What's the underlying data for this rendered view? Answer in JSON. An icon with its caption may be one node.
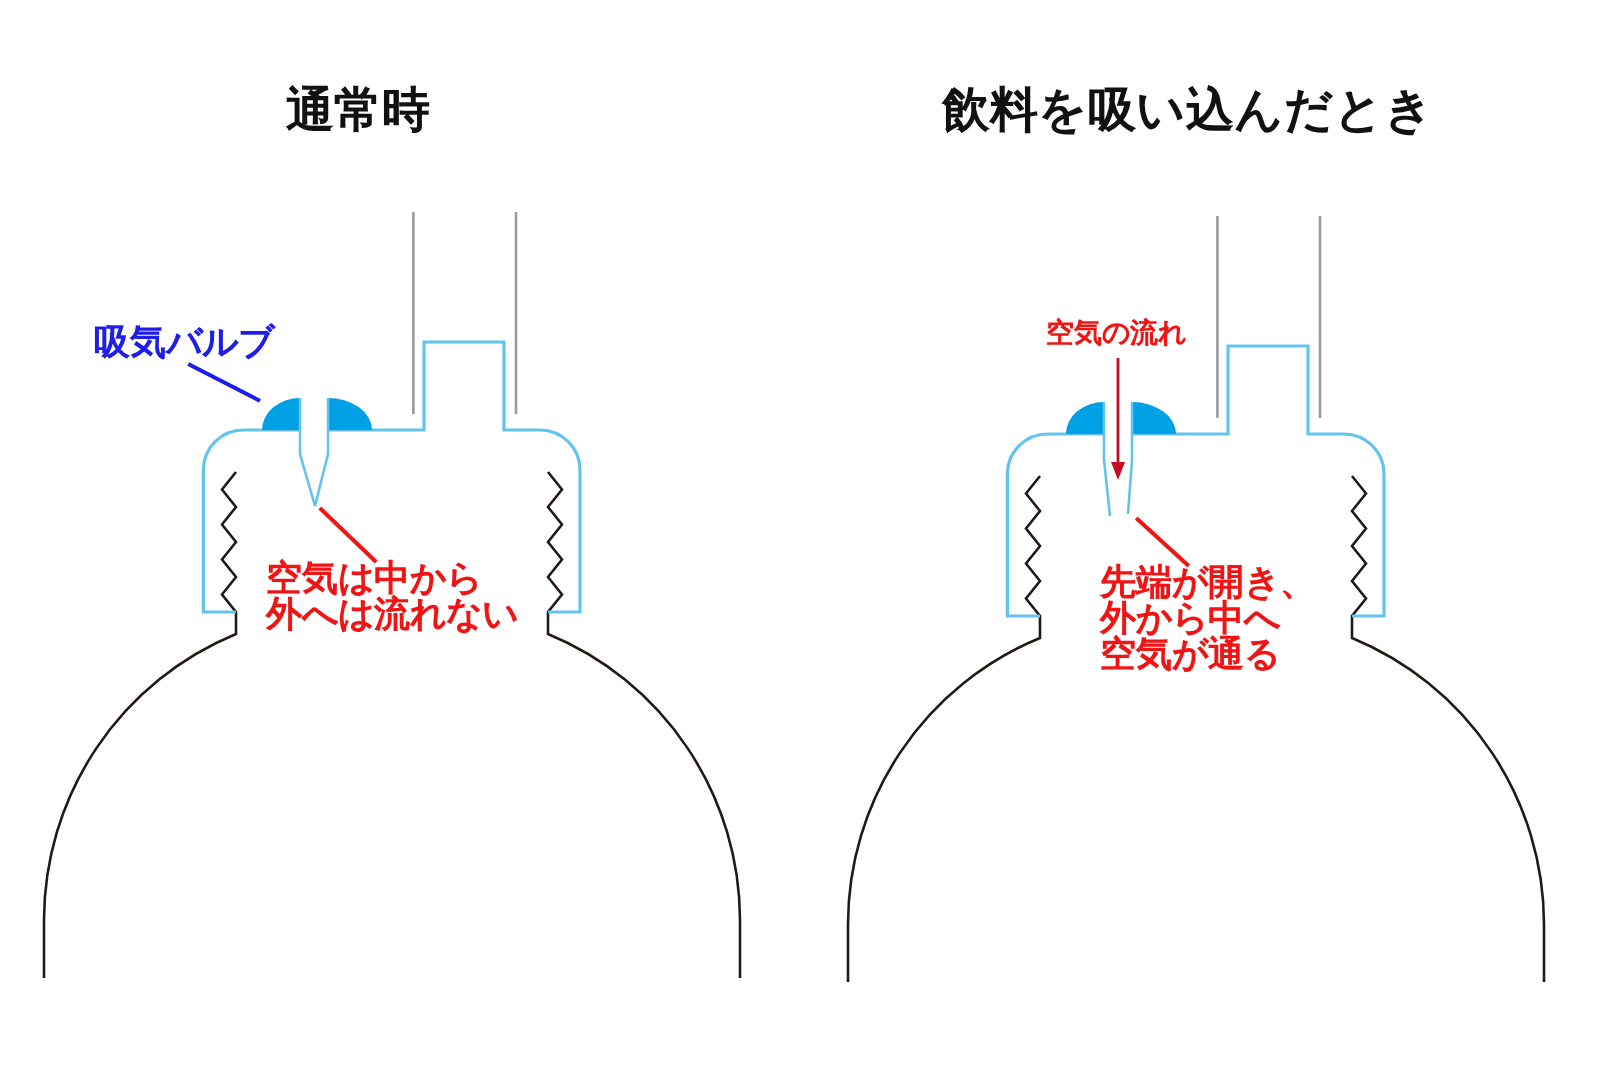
{
  "diagram": {
    "nodes": [
      {
        "text": [
          "吸気バルブ"
        ]
      },
      {
        "text": [],
        "shape": "picture"
      },
      {
        "text": [
          "空気は中から外へは流れない"
        ]
      },
      {
        "text": [],
        "shape": "picture"
      },
      {
        "text": [
          "先端が開き、外から中へ空気が通る"
        ]
      }
    ],
    "edges": [
      {
        "from": 0,
        "to": 1,
        "arrow": "none",
        "color": "#1e1ee8"
      },
      {
        "from": 2,
        "to": 1,
        "arrow": "none"
      },
      {
        "from": 4,
        "to": 3,
        "arrow": "none"
      }
    ],
    "labels": [
      "通常時",
      "飲料を吸い込んだとき",
      "空気の流れ"
    ]
  }
}
